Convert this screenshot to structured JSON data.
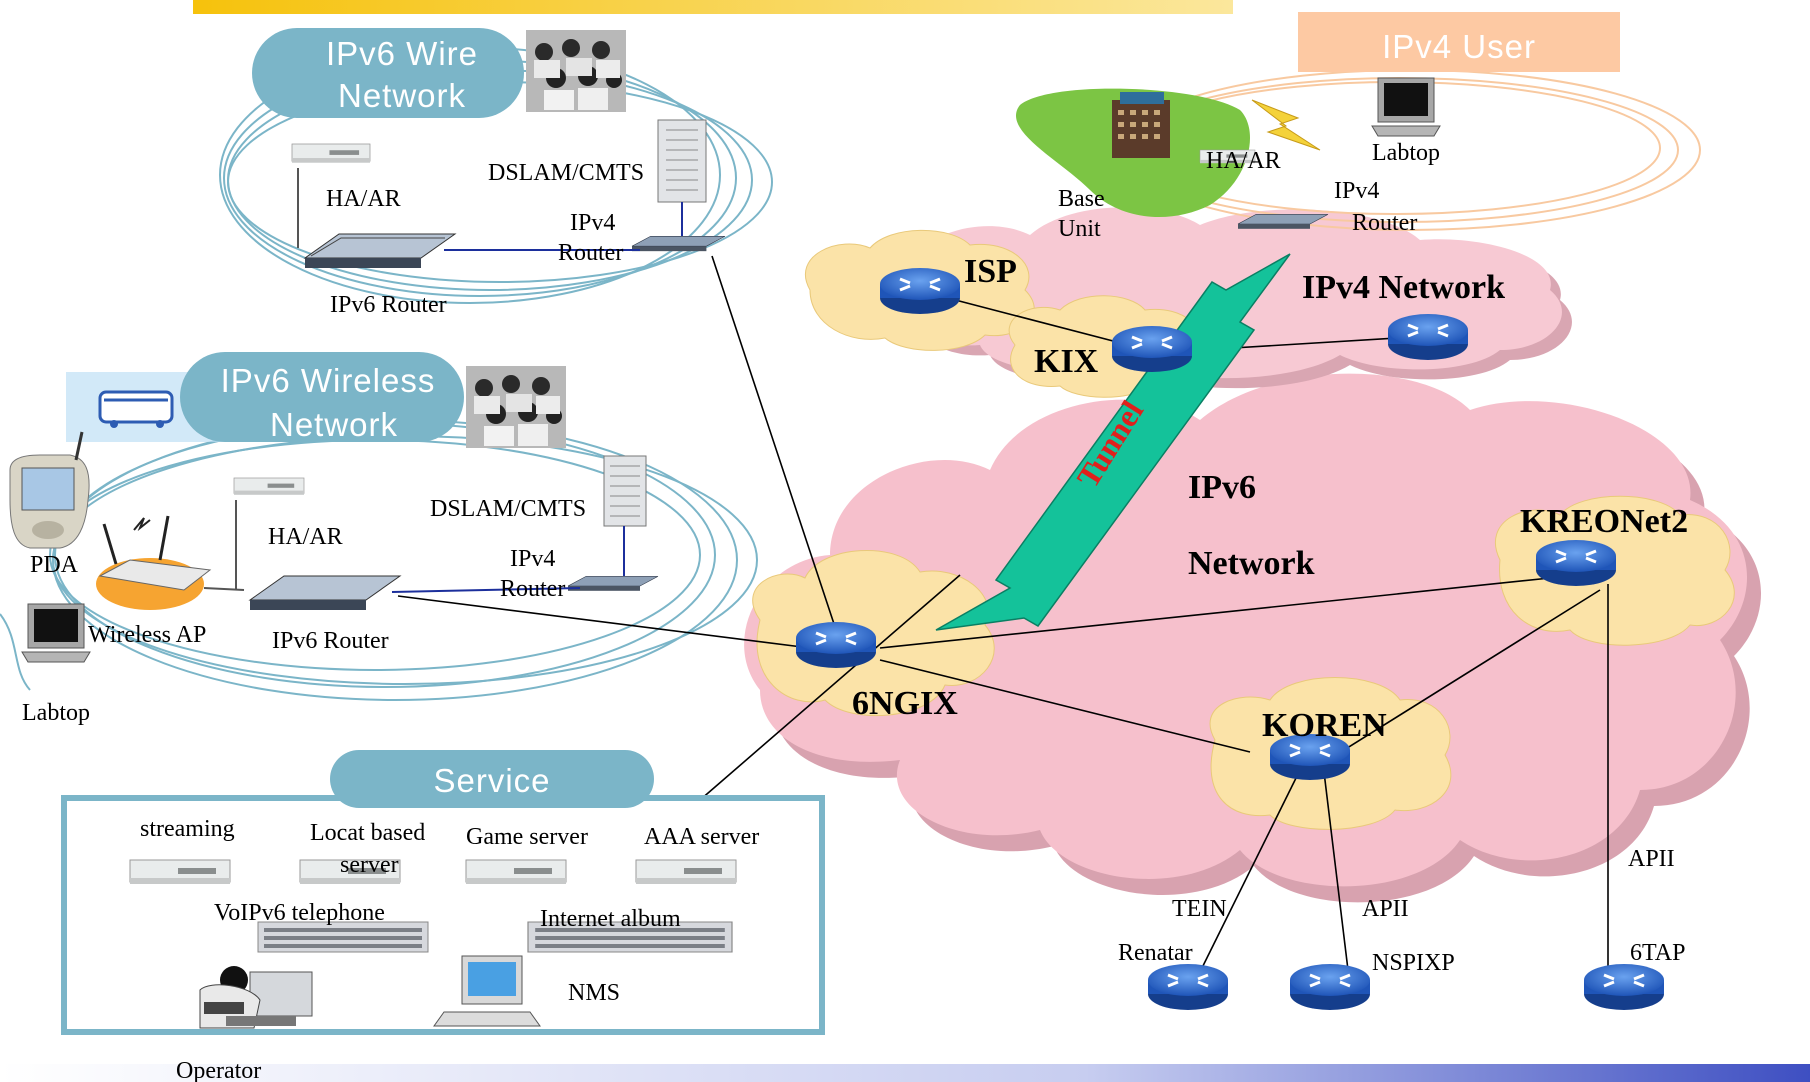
{
  "banners": {
    "wire": [
      "IPv6 Wire",
      "Network"
    ],
    "wireless": [
      "IPv6 Wireless",
      "Network"
    ],
    "ipv4_user": "IPv4 User",
    "service": "Service"
  },
  "wire_net": {
    "ha_ar": "HA/AR",
    "dslam": "DSLAM/CMTS",
    "ipv4_router": [
      "IPv4",
      "Router"
    ],
    "ipv6_router": "IPv6 Router"
  },
  "wireless_net": {
    "pda": "PDA",
    "wireless_ap": "Wireless AP",
    "laptop": "Labtop",
    "ha_ar": "HA/AR",
    "dslam": "DSLAM/CMTS",
    "ipv4_router": [
      "IPv4",
      "Router"
    ],
    "ipv6_router": "IPv6 Router"
  },
  "ipv4_user": {
    "base_unit": [
      "Base",
      "Unit"
    ],
    "ha_ar": "HA/AR",
    "laptop": "Labtop",
    "ipv4_router": [
      "IPv4",
      "Router"
    ]
  },
  "clouds": {
    "isp": "ISP",
    "kix": "KIX",
    "ipv4_network": "IPv4 Network",
    "ipv6_network": [
      "IPv6",
      "Network"
    ],
    "ngix": "6NGIX",
    "kreonet": "KREONet2",
    "koren": "KOREN"
  },
  "tunnel": "Tunnel",
  "links": {
    "tein": "TEIN",
    "apii_koren": "APII",
    "apii_kreonet": "APII"
  },
  "endpoints": {
    "renatar": "Renatar",
    "nspixp": "NSPIXP",
    "sixtap": "6TAP"
  },
  "service": {
    "streaming": "streaming",
    "locat": [
      "Locat based",
      "server"
    ],
    "game": "Game server",
    "aaa": "AAA server",
    "voip": "VoIPv6 telephone",
    "album": "Internet album",
    "nms": "NMS",
    "operator": "Operator"
  },
  "colors": {
    "pill": "#7bb5c8",
    "router": "#2f6fd0",
    "ipv4_cloud": "#f7c9d3",
    "ipv6_cloud": "#f6c0cc",
    "small_cloud": "#fbe3a8",
    "tunnel": "#14c29a",
    "tunnel_text": "#e0201c",
    "ipv4_banner": "#fdc9a3"
  }
}
